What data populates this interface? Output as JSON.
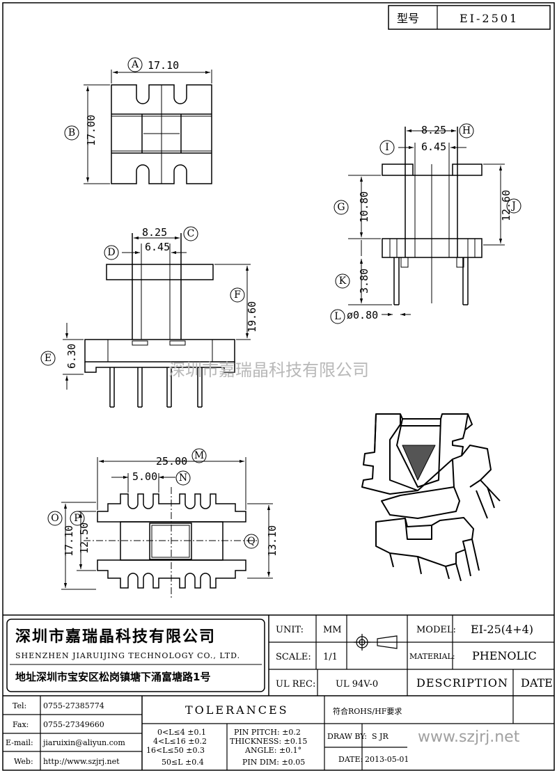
{
  "header": {
    "model_label": "型号",
    "model_value": "EI-2501"
  },
  "views": {
    "top": {
      "width_dim": "17.10",
      "height_dim": "17.00",
      "labels": [
        "A",
        "B"
      ]
    },
    "front": {
      "dims": [
        "8.25",
        "6.45",
        "19.60",
        "6.30"
      ],
      "labels": [
        "C",
        "D",
        "F",
        "E"
      ]
    },
    "side": {
      "dims": [
        "8.25",
        "6.45",
        "10.80",
        "12.60",
        "3.80",
        "ø0.80"
      ],
      "labels": [
        "H",
        "I",
        "G",
        "J",
        "K",
        "L"
      ]
    },
    "bottom": {
      "dims": [
        "25.00",
        "5.00",
        "17.10",
        "12.50",
        "13.10"
      ],
      "labels": [
        "M",
        "N",
        "O",
        "P",
        "Q"
      ]
    }
  },
  "watermark": "深圳市嘉瑞晶科技有限公司",
  "company": {
    "name_cn": "深圳市嘉瑞晶科技有限公司",
    "name_en": "SHENZHEN JIARUIJING TECHNOLOGY CO., LTD.",
    "address": "地址深圳市宝安区松岗镇塘下涌富塘路1号"
  },
  "titleblock": {
    "unit_label": "UNIT:",
    "unit_value": "MM",
    "scale_label": "SCALE:",
    "scale_value": "1/1",
    "ulrec_label": "UL REC:",
    "ulrec_value": "UL 94V-0",
    "model_label": "MODEL:",
    "model_value": "EI-25(4+4)",
    "material_label": "MATERIAL:",
    "material_value": "PHENOLIC",
    "description": "DESCRIPTION",
    "date": "DATE",
    "tolerances": "TOLERANCES",
    "rohs": "符合ROHS/HF要求",
    "drawby_label": "DRAW BY:",
    "drawby_value": "S JR",
    "date_label": "DATE:",
    "date_value": "2013-05-01",
    "website": "www.szjrj.net"
  },
  "contacts": [
    {
      "label": "Tel:",
      "value": "0755-27385774"
    },
    {
      "label": "Fax:",
      "value": "0755-27349660"
    },
    {
      "label": "E-mail:",
      "value": "jiaruixin@aliyun.com"
    },
    {
      "label": "Web:",
      "value": "http://www.szjrj.net"
    }
  ],
  "tol_lines": [
    "0<L≤4 ±0.1",
    "4<L≤16 ±0.2",
    "16<L≤50 ±0.3",
    "50≤L ±0.4"
  ],
  "tol_pin_lines": [
    "PIN PITCH: ±0.2",
    "THICKNESS: ±0.15",
    "ANGLE: ±0.1°",
    "PIN DIM: ±0.05"
  ]
}
